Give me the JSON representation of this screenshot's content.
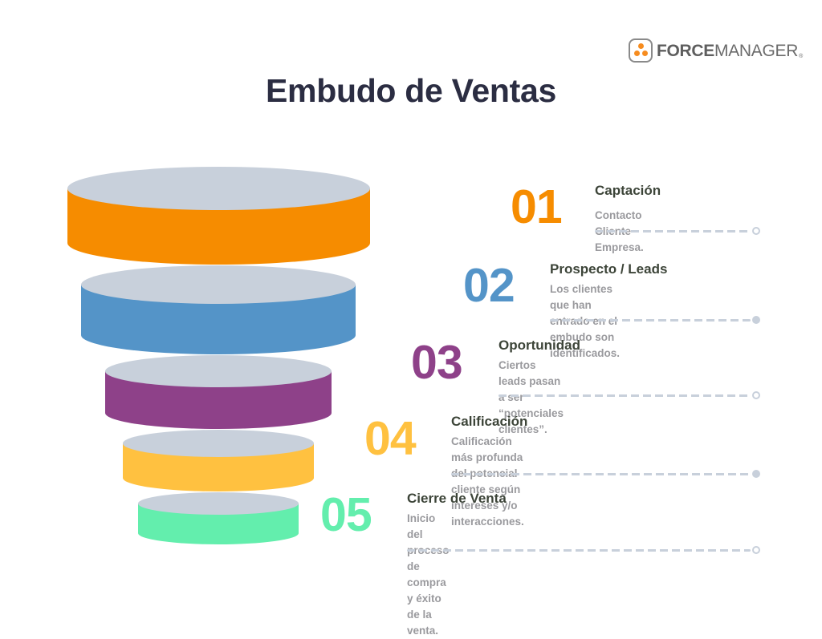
{
  "logo": {
    "brand_strong": "FORCE",
    "brand_light": "MANAGER",
    "registered": "®",
    "dot_color": "#f68c1f"
  },
  "title": "Embudo de Ventas",
  "colors": {
    "cap": "#c8d0db",
    "rule": "#c8d0db",
    "title": "#2b2d42",
    "stage_title": "#3c4438",
    "stage_desc": "#9a9a9e"
  },
  "stages": [
    {
      "number": "01",
      "title": "Captación",
      "description_lines": [
        "Contacto Cliente - Empresa."
      ],
      "color": "#f68c00",
      "end_marker": "hollow"
    },
    {
      "number": "02",
      "title": "Prospecto / Leads",
      "description_lines": [
        "Los clientes que han entrado en el",
        "embudo son identificados."
      ],
      "color": "#5494c8",
      "end_marker": "filled"
    },
    {
      "number": "03",
      "title": "Oportunidad",
      "description_lines": [
        "Ciertos leads pasan a ser “potenciales",
        "clientes”."
      ],
      "color": "#8e4189",
      "end_marker": "hollow"
    },
    {
      "number": "04",
      "title": "Calificación",
      "description_lines": [
        "Calificación más profunda del potencial",
        "cliente según intereses y/o interacciones."
      ],
      "color": "#ffc140",
      "end_marker": "filled"
    },
    {
      "number": "05",
      "title": "Cierre de Venta",
      "description_lines": [
        "Inicio del proceso de compra y éxito de la",
        "venta."
      ],
      "color": "#63eead",
      "end_marker": "hollow"
    }
  ]
}
